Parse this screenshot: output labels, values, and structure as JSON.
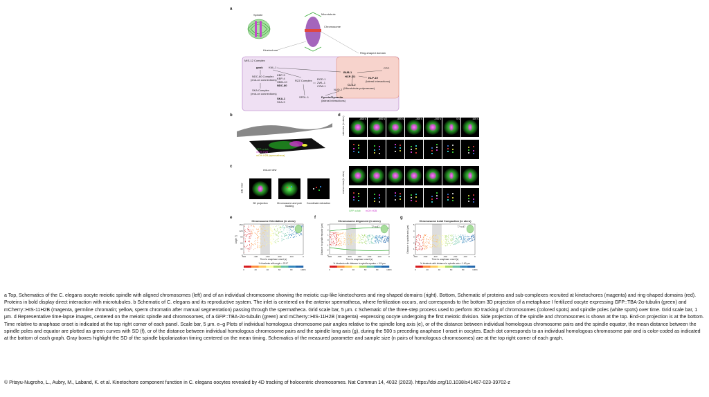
{
  "panels": {
    "a": {
      "label": "a",
      "schematic_labels": {
        "spindle": "Spindle",
        "microtubule": "Microtubule",
        "chromosome": "Chromosome",
        "kinetochore": "Kinetochore",
        "ring_domain": "Ring-shaped domain",
        "mis12": "MIS-12 Complex",
        "knl1": "KNL-1",
        "cpc": "CPC",
        "bub1": "BUB-1",
        "ndc80": "NDC-80 Complex",
        "ndc80_note": "(end-on connections)",
        "ska": "SKA Complex",
        "ska_note": "(end-on connections)",
        "kbp": "KBP-3",
        "kbp4": "KBP-4",
        "hbs1": "HBM-10",
        "ndc80b": "NDC-80",
        "rzz": "RZZ Complex",
        "rod1": "ROD-1",
        "zw10": "ZWL-1",
        "czw1": "CZW-1",
        "nud2": "NUD-2",
        "spdl1": "SPDL-1",
        "dynein": "Dynein/Dynactin",
        "dynein_note": "(lateral interactions)",
        "hcp1": "HCP-1/2",
        "clp2": "CLS-2",
        "clp2_note": "(Microtubule polymerase)",
        "klp19": "KLP-19",
        "klp19_note": "(lateral interactions)",
        "ska1": "SKA-1",
        "ska3": "SKA-3"
      }
    },
    "b": {
      "label": "b",
      "legend": [
        "GFP::α-tub",
        "mCH::H2B",
        "mCH::H2B (spermatheca)"
      ]
    },
    "c": {
      "label": "c",
      "top_label": "end-on view",
      "side_label": "side view",
      "steps": [
        "3D projection",
        "Chromosome and pole tracking",
        "Coordinate extraction"
      ]
    },
    "d": {
      "label": "d",
      "times": [
        "-800 s",
        "-600 s",
        "-500 s",
        "-300 s",
        "-100 s",
        "0 s",
        "100 s"
      ],
      "row_labels": [
        "side view (in utero)",
        "end-on view (in utero)"
      ],
      "legend": [
        "GFP::α-tub",
        "mCH::H2B"
      ]
    },
    "e": {
      "label": "e",
      "title": "Chromosome Orientation (in utero)",
      "ylabel": "Angle (°)",
      "xlabel": "Time to anaphase onset (s)",
      "xticks": [
        "-500",
        "-400",
        "-300",
        "-200",
        "-100",
        "0"
      ],
      "yticks": [
        "150",
        "120",
        "90",
        "60",
        "30",
        "0"
      ],
      "sample": "77 n=60",
      "bar_title": "% bivalents with angle < 22.5°",
      "bar_ticks": [
        "0",
        "20",
        "40",
        "60",
        "80",
        "100%"
      ]
    },
    "f": {
      "label": "f",
      "title": "Chromosome Alignment (in utero)",
      "ylabel": "Distance to spindle equator (μm)",
      "xlabel": "Time to anaphase onset (s)",
      "xticks": [
        "-600",
        "-500",
        "-400",
        "-300",
        "-200",
        "-100",
        "0"
      ],
      "yticks": [
        "3",
        "2",
        "1",
        "0",
        "-1",
        "-2",
        "-3"
      ],
      "sample": "77 n=47",
      "bar_title": "% bivalents with distance to spindle equator < 0.5 μm",
      "bar_ticks": [
        "0",
        "20",
        "40",
        "60",
        "80",
        "100%"
      ]
    },
    "g": {
      "label": "g",
      "title": "Chromosome Axial Compaction (in utero)",
      "ylabel": "Distance to spindle axis (μm)",
      "xlabel": "Time to anaphase onset (s)",
      "xticks": [
        "-600",
        "-500",
        "-400",
        "-300",
        "-200",
        "-100",
        "0"
      ],
      "yticks": [
        "5",
        "4",
        "3",
        "2",
        "1",
        "0"
      ],
      "sample": "77 n=47",
      "bar_title": "% bivalents with distance to spindle axis < 1.60 μm",
      "bar_ticks": [
        "0",
        "20",
        "40",
        "60",
        "80",
        "100%"
      ]
    }
  },
  "caption": "a Top, Schematics of the C. elegans oocyte meiotic spindle with aligned chromosomes (left) and of an individual chromosome showing the meiotic cup-like kinetochores and ring-shaped domains (right). Bottom, Schematic of proteins and sub-complexes recruited at kinetochores (magenta) and ring-shaped domains (red). Proteins in bold display direct interaction with microtubules. b Schematic of C. elegans and its reproductive system. The inlet is centered on the anterior spermatheca, where fertilization occurs, and corresponds to the bottom 3D projection of a metaphase I fertilized oocyte expressing GFP::TBA-2α-tubulin (green) and mCherry::HIS-11H2B (magenta, germline chromatin; yellow, sperm chromatin after manual segmentation) passing through the spermatheca. Grid scale bar, 5 μm. c Schematic of the three-step process used to perform 3D tracking of chromosomes (colored spots) and spindle poles (white spots) over time. Grid scale bar, 1 μm. d Representative time-lapse images, centered on the meiotic spindle and chromosomes, of a GFP::TBA-2α-tubulin (green) and mCherry::HIS-11H2B (magenta) -expressing oocyte undergoing the first meiotic division. Side projection of the spindle and chromosomes is shown at the top. End-on projection is at the bottom. Time relative to anaphase onset is indicated at the top right corner of each panel. Scale bar, 5 μm. e–g Plots of individual homologous chromosome pair angles relative to the spindle long axis (e), or of the distance between individual homologous chromosome pairs and the spindle equator, the mean distance between the spindle poles and equator are plotted as green curves with SD (f), or of the distance between individual homologous chromosome pairs and the spindle long axis (g), during the 500 s preceding anaphase I onset in oocytes. Each dot corresponds to an individual homologous chromosome pair and is color-coded as indicated at the bottom of each graph. Gray boxes highlight the SD of the spindle bipolarization timing centered on the mean timing. Schematics of the measured parameter and sample size (n pairs of homologous chromosomes) are at the top right corner of each graph.",
  "credit": "© Pitayu-Nugroho, L., Aubry, M., Laband, K. et al. Kinetochore component function in C. elegans oocytes revealed by 4D tracking of holocentric chromosomes. Nat Commun 14, 4032 (2023). https://doi.org/10.1038/s41467-023-39702-z",
  "colors": {
    "magenta": "#cc33cc",
    "green": "#44bb44",
    "pink_box": "#f6c6c0",
    "lilac_box": "#e9d2ef"
  }
}
